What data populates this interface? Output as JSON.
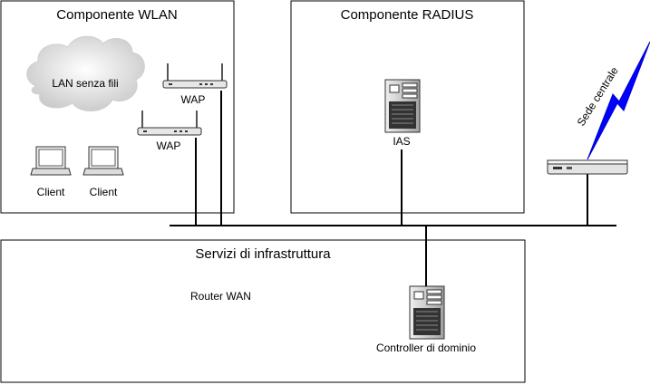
{
  "diagram": {
    "wlan": {
      "title": "Componente WLAN",
      "cloud_label": "LAN senza fili",
      "wap_top_label": "WAP",
      "wap_bottom_label": "WAP",
      "client_left_label": "Client",
      "client_right_label": "Client"
    },
    "radius": {
      "title": "Componente RADIUS",
      "server_label": "IAS"
    },
    "infrastructure": {
      "title": "Servizi di infrastruttura",
      "router_label": "Router WAN",
      "dc_label": "Controller di dominio"
    },
    "hq": {
      "label": "Sede centrale",
      "lightning_color": "#0000ff"
    }
  }
}
